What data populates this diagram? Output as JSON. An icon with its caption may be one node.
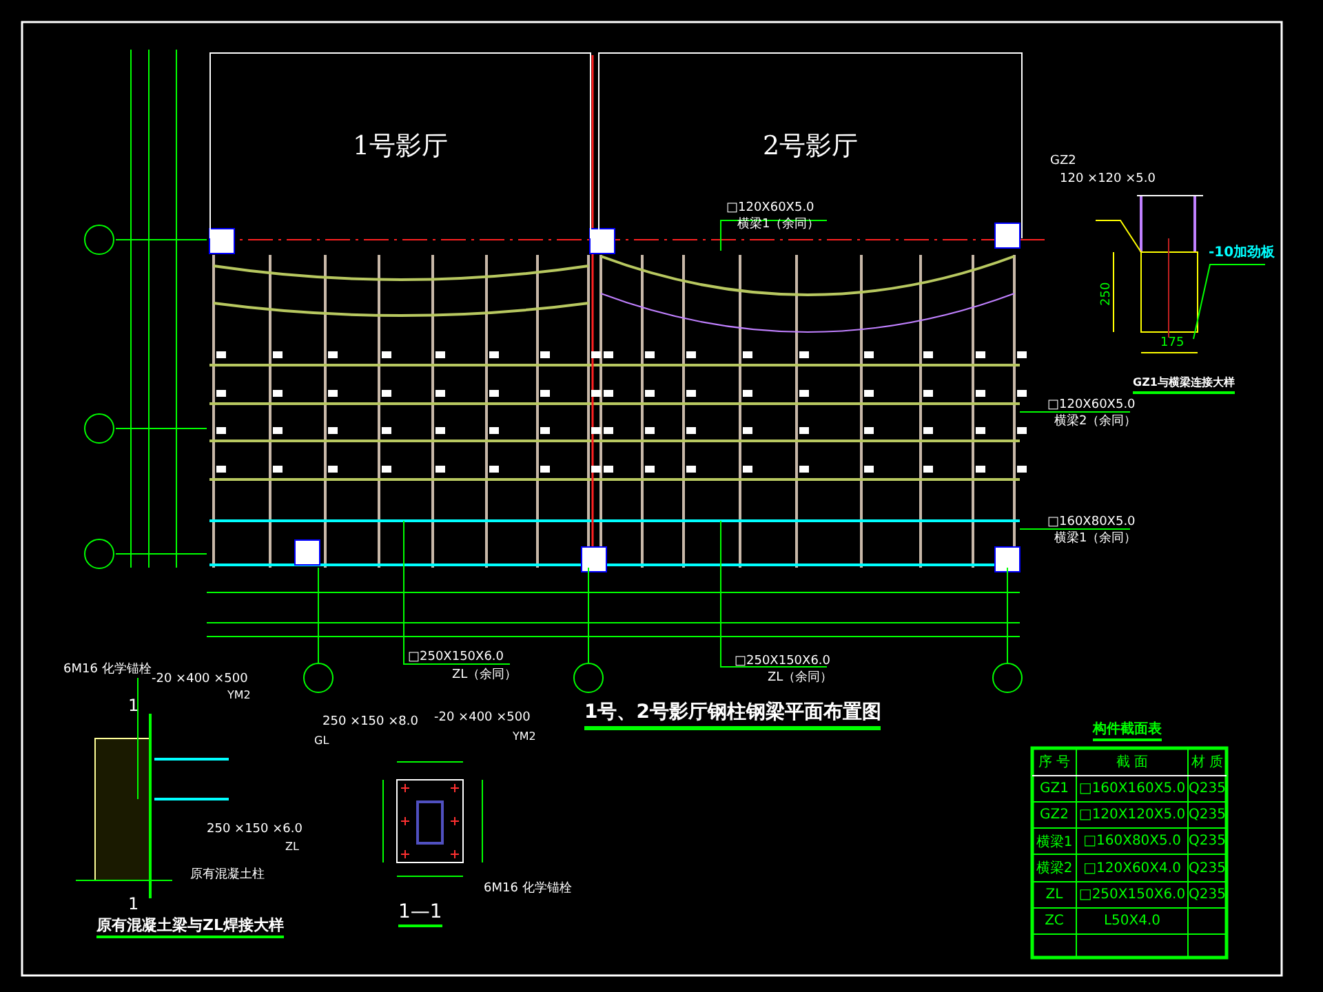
{
  "diagram": {
    "title": "1号、2号影厅钢柱钢梁平面布置图",
    "nodes": [
      {
        "text": [
          "1号影厅"
        ]
      },
      {
        "text": [
          "2号影厅"
        ]
      },
      {
        "text": [],
        "shape": "circle"
      },
      {
        "text": [],
        "shape": "circle"
      },
      {
        "text": [],
        "shape": "circle"
      },
      {
        "text": [],
        "shape": "circle"
      },
      {
        "text": [],
        "shape": "circle"
      },
      {
        "text": [],
        "shape": "circle"
      }
    ],
    "labels": [
      "□120X60X5.0",
      "横梁1（余同）",
      "GZ2",
      "120 ×120 ×5.0",
      "-10加劲板",
      "250",
      "175",
      "GZ1与横梁连接大样",
      "□120X60X5.0",
      "横梁2（余同）",
      "□160X80X5.0",
      "横梁1（余同）",
      "□250X150X6.0",
      "ZL（余同）",
      "□250X150X6.0",
      "ZL（余同）",
      "6M16 化学锚栓",
      "-20 ×400 ×500",
      "YM2",
      "1",
      "250 ×150 ×6.0",
      "ZL",
      "原有混凝土柱",
      "1",
      "原有混凝土梁与ZL焊接大样",
      "250 ×150 ×8.0",
      "GL",
      "-20 ×400 ×500",
      "YM2",
      "6M16 化学锚栓",
      "1—1",
      "构件截面表",
      "序 号",
      "截 面",
      "材 质",
      "GZ1",
      "□160X160X5.0",
      "Q235",
      "GZ2",
      "□120X120X5.0",
      "Q235",
      "横梁1",
      "□160X80X5.0",
      "Q235",
      "横梁2",
      "□120X60X4.0",
      "Q235",
      "ZL",
      "□250X150X6.0",
      "Q235",
      "ZC",
      "L50X4.0"
    ]
  }
}
